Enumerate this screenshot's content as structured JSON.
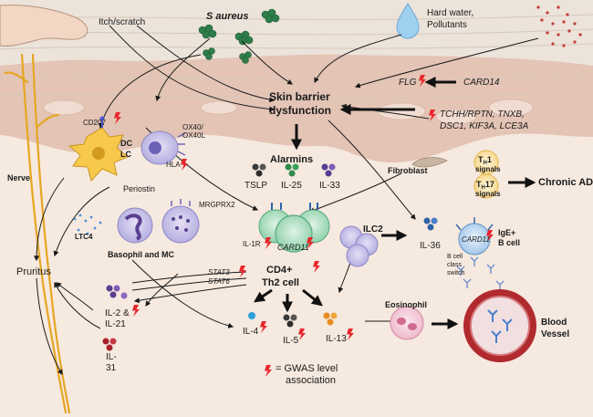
{
  "labels": {
    "itch": "Itch/scratch",
    "s_aureus": "S aureus",
    "hard_water_1": "Hard water,",
    "hard_water_2": "Pollutants",
    "barrier_1": "Skin barrier",
    "barrier_2": "dysfunction",
    "flg": "FLG",
    "card14": "CARD14",
    "genes_1": "TCHH/RPTN, TNXB,",
    "genes_2": "DSC1, KIF3A, LCE3A",
    "cd207": "CD207",
    "dc": "DC",
    "lc": "LC",
    "ox40_1": "OX40/",
    "ox40_2": "OX40L",
    "hla": "HLA",
    "alarmins": "Alarmins",
    "tslp": "TSLP",
    "il25": "IL-25",
    "il33": "IL-33",
    "fibroblast": "Fibroblast",
    "th1_main": "T",
    "th1_sub": "H",
    "th1_rest": "1",
    "th1_signals": "signals",
    "th17_main": "T",
    "th17_sub": "H",
    "th17_rest": "17",
    "th17_signals": "signals",
    "chronic_ad": "Chronic AD",
    "nerve": "Nerve",
    "periostin": "Periostin",
    "mrgprx2": "MRGPRX2",
    "ltc4": "LTC4",
    "basophil_mc": "Basophil and MC",
    "pruritus": "Pruritus",
    "il1r": "IL-1R",
    "card11_a": "CARD11",
    "ilc2": "ILC2",
    "il36": "IL-36",
    "bcell_1": "B cell",
    "bcell_2": "class",
    "bcell_3": "switch",
    "card11_b": "CARD11",
    "ige_1": "IgE+",
    "ige_2": "B cell",
    "stat3": "STAT3",
    "stat6": "STAT6",
    "cd4_1": "CD4+",
    "cd4_2": "Th2 cell",
    "il2_1": "IL-2 &",
    "il2_2": "IL-21",
    "eosinophil": "Eosinophil",
    "blood_1": "Blood",
    "blood_2": "Vessel",
    "il4": "IL-4",
    "il5": "IL-5",
    "il13": "IL-13",
    "il31_1": "IL-",
    "il31_2": "31",
    "gwas_1": "= GWAS level",
    "gwas_2": "association"
  },
  "colors": {
    "skin_top": "#ece3da",
    "skin_mid": "#e3c4b5",
    "dermis": "#f6e9df",
    "card11_cell": "#a9dcbe",
    "lightning": "#e8262b",
    "nerve": "#e6a623",
    "vessel": "#b02a2e"
  }
}
